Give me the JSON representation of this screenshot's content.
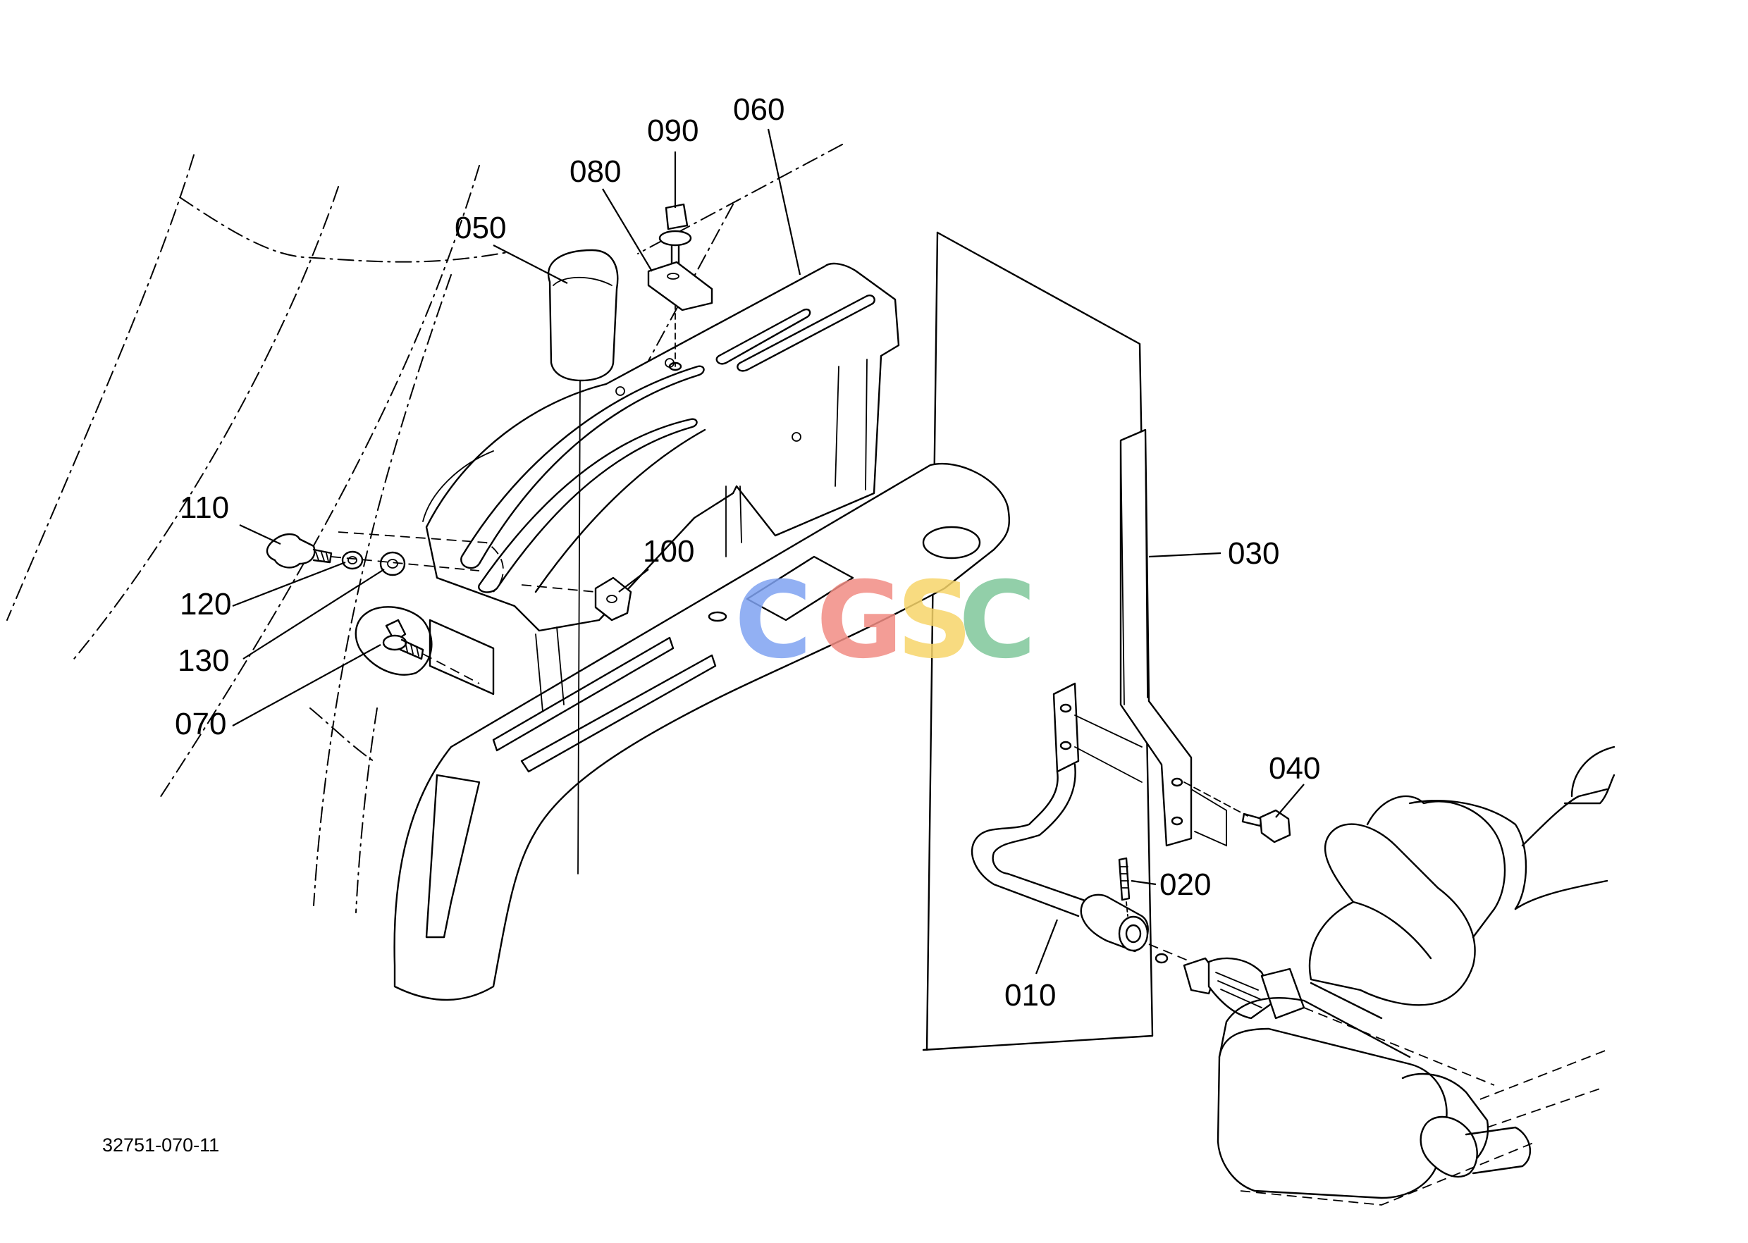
{
  "diagram": {
    "labels": [
      {
        "id": "010",
        "text": "010"
      },
      {
        "id": "020",
        "text": "020"
      },
      {
        "id": "030",
        "text": "030"
      },
      {
        "id": "040",
        "text": "040"
      },
      {
        "id": "050",
        "text": "050"
      },
      {
        "id": "060",
        "text": "060"
      },
      {
        "id": "070",
        "text": "070"
      },
      {
        "id": "080",
        "text": "080"
      },
      {
        "id": "090",
        "text": "090"
      },
      {
        "id": "100",
        "text": "100"
      },
      {
        "id": "110",
        "text": "110"
      },
      {
        "id": "120",
        "text": "120"
      },
      {
        "id": "130",
        "text": "130"
      }
    ],
    "drawing_number": "32751-070-11"
  },
  "watermark": {
    "letters": [
      "C",
      "G",
      "S",
      "C"
    ],
    "colors": [
      "#7fa3f2",
      "#f28d84",
      "#f7d56a",
      "#7fc79b"
    ]
  }
}
